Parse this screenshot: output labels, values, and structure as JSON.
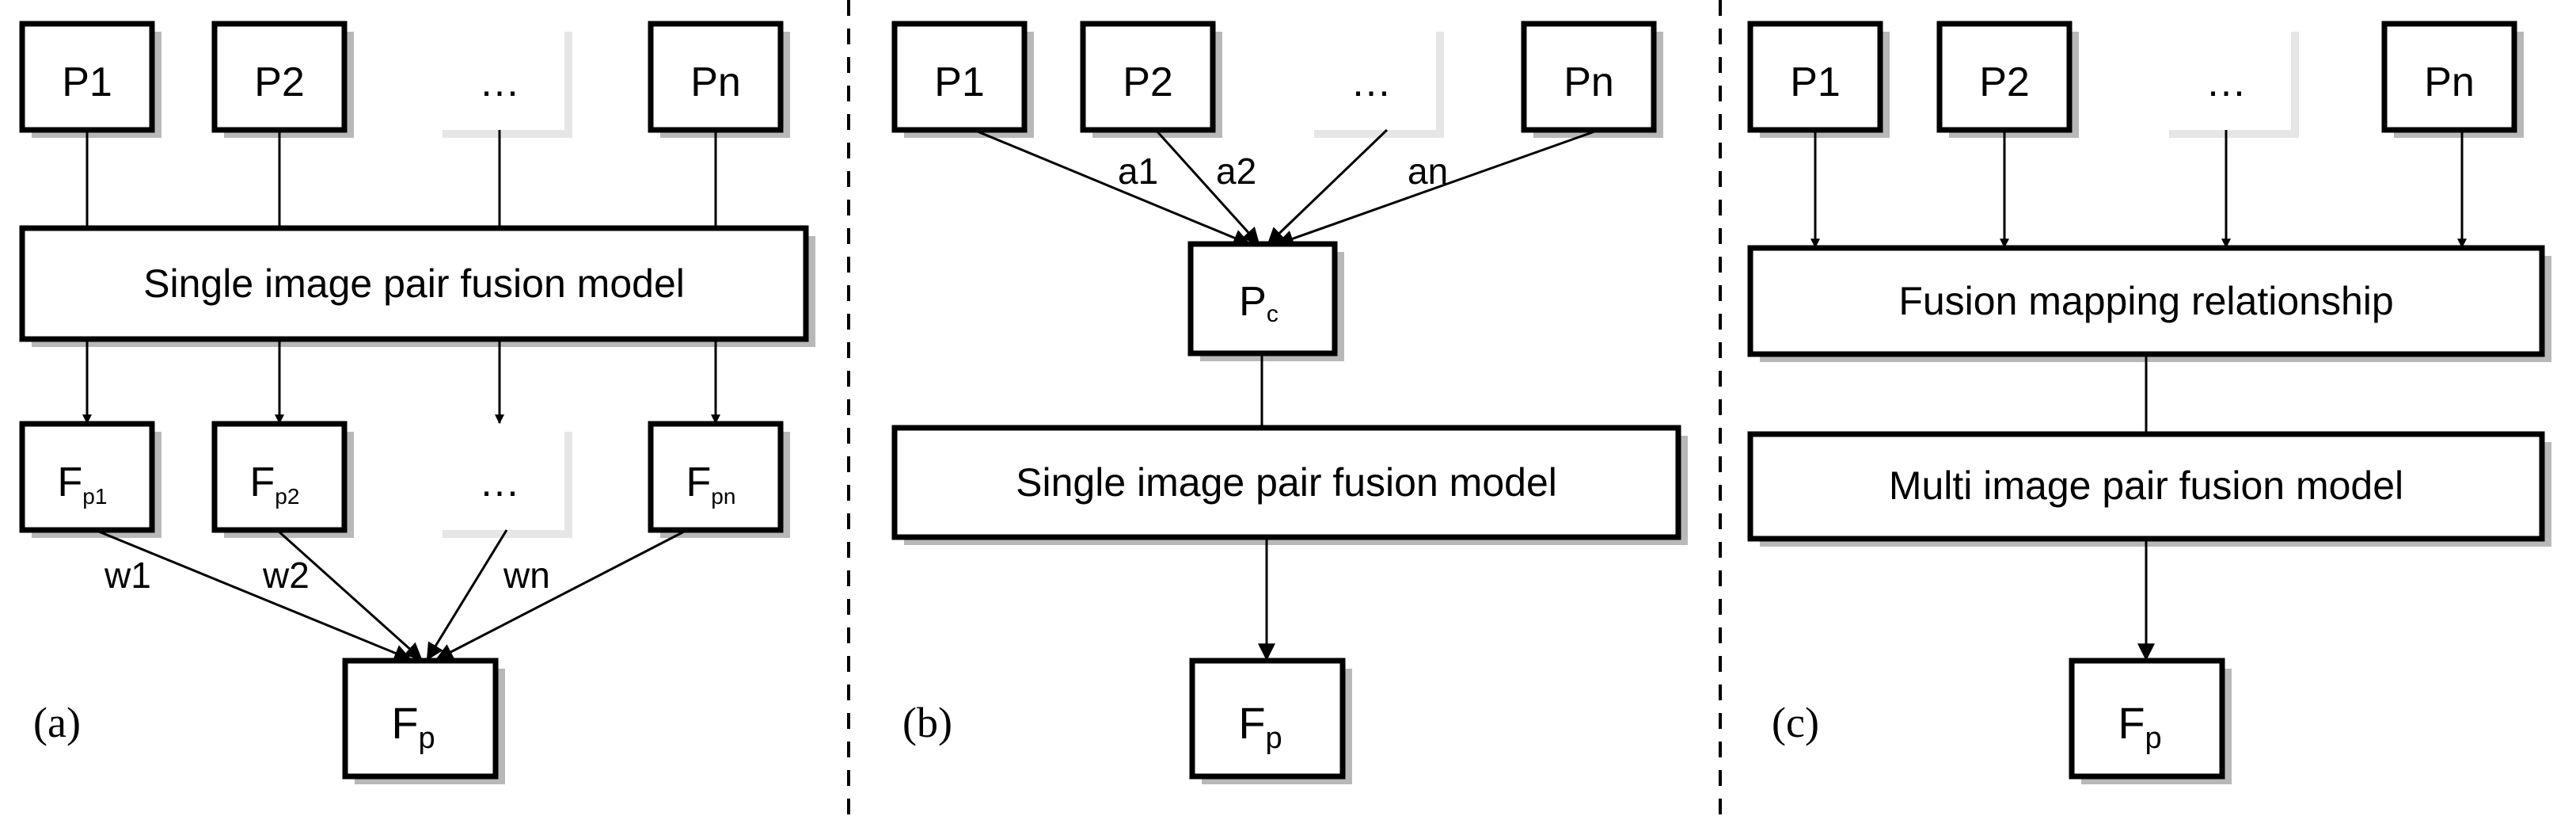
{
  "panels": {
    "a": {
      "caption": "(a)",
      "inputs": [
        "P1",
        "P2",
        "…",
        "Pn"
      ],
      "model": "Single image pair fusion model",
      "features": [
        {
          "main": "F",
          "sub": "p1"
        },
        {
          "main": "F",
          "sub": "p2"
        },
        {
          "main": "…",
          "sub": ""
        },
        {
          "main": "F",
          "sub": "pn"
        }
      ],
      "weights": [
        "w1",
        "w2",
        "wn"
      ],
      "output": {
        "main": "F",
        "sub": "p"
      }
    },
    "b": {
      "caption": "(b)",
      "inputs": [
        "P1",
        "P2",
        "…",
        "Pn"
      ],
      "weights": [
        "a1",
        "a2",
        "an"
      ],
      "combined": {
        "main": "P",
        "sub": "c"
      },
      "model": "Single image pair fusion model",
      "output": {
        "main": "F",
        "sub": "p"
      }
    },
    "c": {
      "caption": "(c)",
      "inputs": [
        "P1",
        "P2",
        "…",
        "Pn"
      ],
      "mapping": "Fusion mapping relationship",
      "model": "Multi image pair fusion model",
      "output": {
        "main": "F",
        "sub": "p"
      }
    }
  }
}
